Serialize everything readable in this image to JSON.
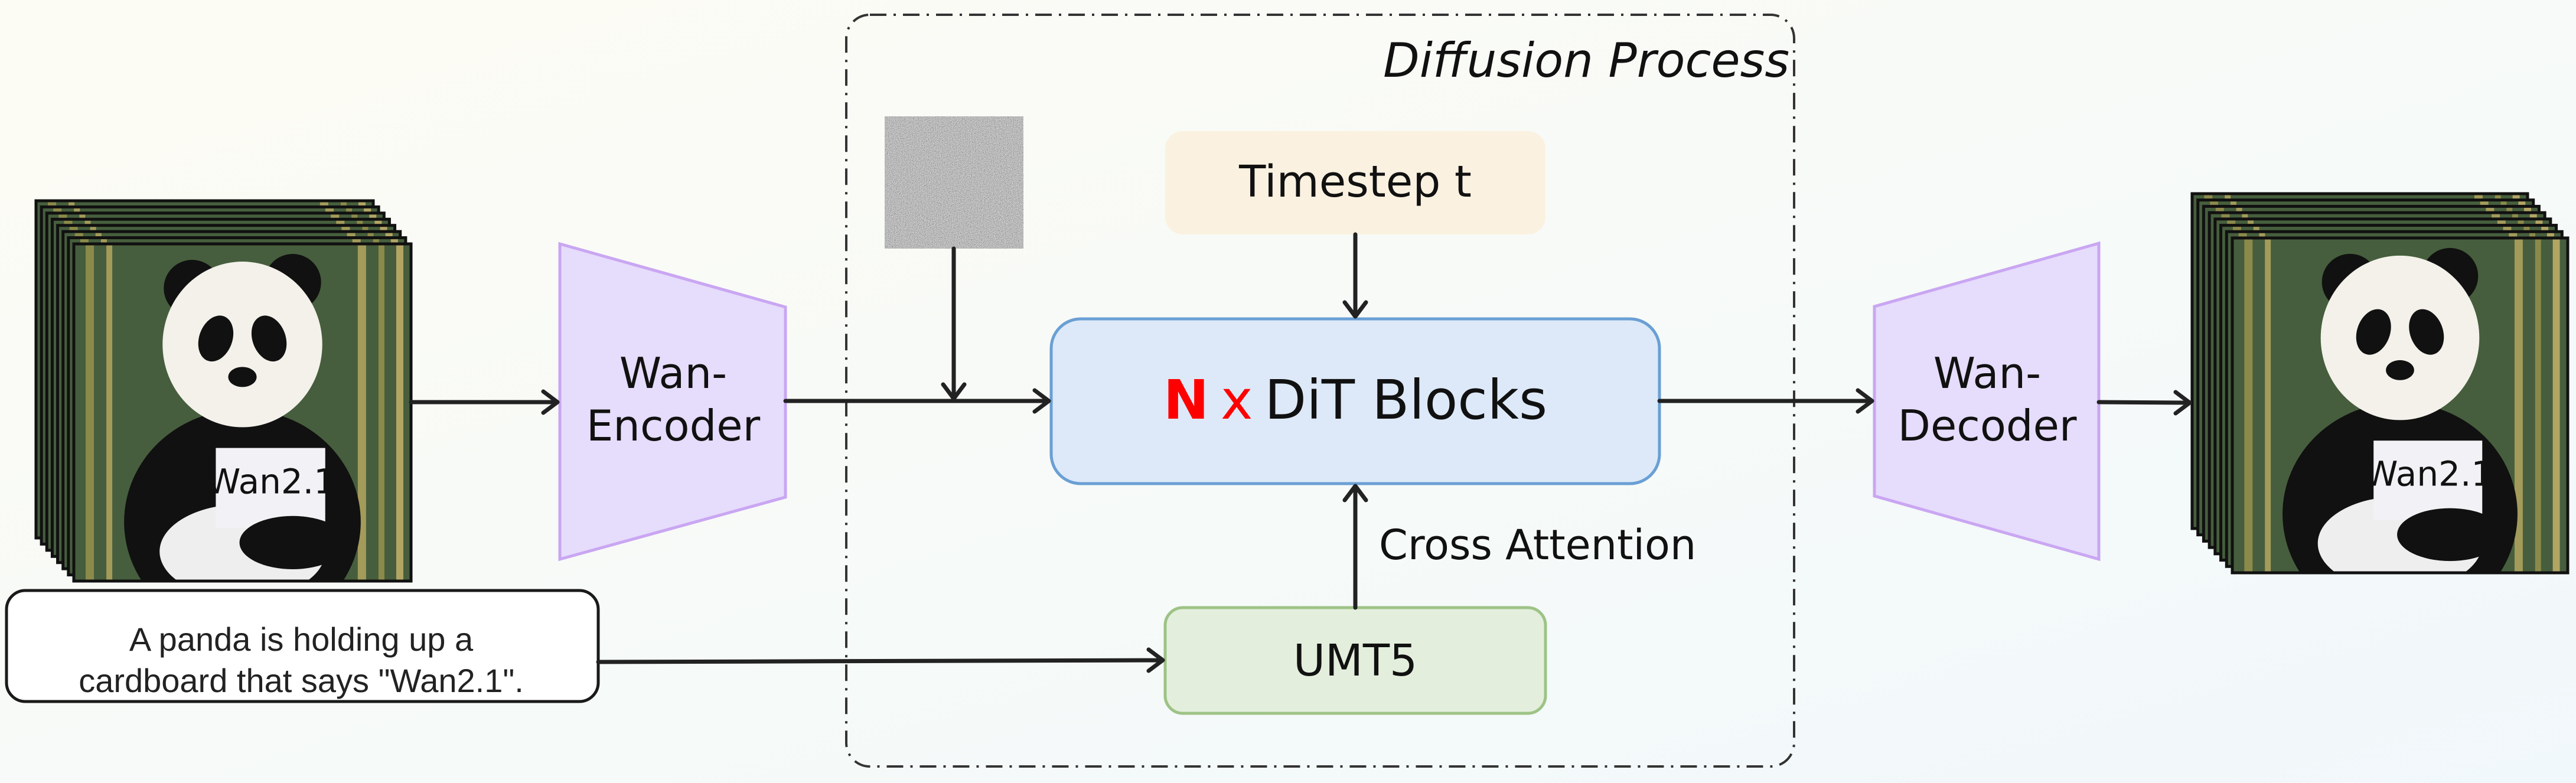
{
  "diagram": {
    "process_label": "Diffusion Process",
    "encoder": {
      "line1": "Wan-",
      "line2": "Encoder"
    },
    "decoder": {
      "line1": "Wan-",
      "line2": "Decoder"
    },
    "timestep": "Timestep t",
    "dit": {
      "n": "N",
      "x": "x",
      "label": "DiT Blocks"
    },
    "cross_attention": "Cross Attention",
    "text_encoder": "UMT5",
    "prompt": {
      "line1": "A panda is holding up a",
      "line2": "cardboard that says \"Wan2.1\"."
    },
    "sign_text": "Wan2.1",
    "colors": {
      "encoder_fill": "#e6dcfb",
      "encoder_stroke": "#c9a6f2",
      "timestep_fill": "#faf1e0",
      "dit_fill": "#dde9f8",
      "dit_stroke": "#6a9fd4",
      "umt5_fill": "#e3efdc",
      "umt5_stroke": "#9dc386",
      "accent_red": "#ff0000"
    },
    "icons": {
      "input_video": "panda-video-frames-stack",
      "noise": "gaussian-noise-image",
      "output_video": "panda-video-frames-stack"
    }
  }
}
